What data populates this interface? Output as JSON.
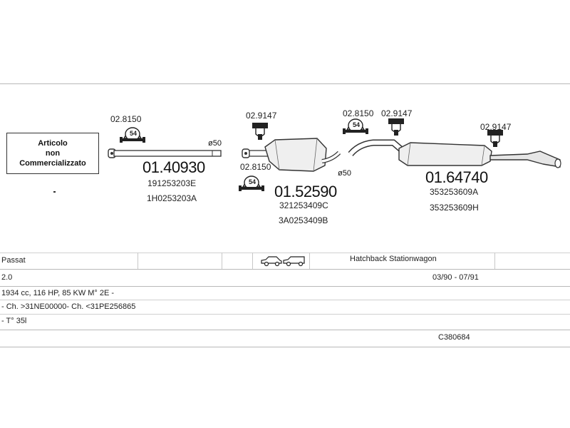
{
  "legend": {
    "line1": "Articolo",
    "line2": "non",
    "line3": "Commercializzato"
  },
  "parts": [
    {
      "number": "01.40930",
      "refs": [
        "191253203E",
        "1H0253203A"
      ],
      "diameter": "ø50"
    },
    {
      "number": "01.52590",
      "refs": [
        "321253409C",
        "3A0253409B"
      ],
      "diameter": "ø50"
    },
    {
      "number": "01.64740",
      "refs": [
        "353253609A",
        "353253609H"
      ]
    }
  ],
  "clamps": [
    {
      "code": "02.8150",
      "badge": "54",
      "icon": "clamp-ring-icon"
    },
    {
      "code": "02.9147",
      "icon": "rubber-hanger-icon"
    },
    {
      "code": "02.8150",
      "badge": "54",
      "icon": "clamp-ring-icon"
    },
    {
      "code": "02.8150",
      "badge": "54",
      "icon": "clamp-ring-icon"
    },
    {
      "code": "02.9147",
      "icon": "rubber-hanger-icon"
    },
    {
      "code": "02.9147",
      "icon": "rubber-hanger-icon"
    }
  ],
  "vehicle": {
    "model": "Passat",
    "body_types": "Hatchback Stationwagon",
    "body_icons": [
      "hatchback-car-icon",
      "station-wagon-car-icon"
    ],
    "engine": "2.0",
    "period": "03/90 - 07/91",
    "spec": "1934 cc, 116 HP, 85 KW M° 2E -",
    "chassis": "- Ch. >31NE00000- Ch. <31PE256865",
    "note": "- T° 35l",
    "code": "C380684"
  },
  "colors": {
    "line": "#b9b9b9",
    "ink": "#222222"
  }
}
